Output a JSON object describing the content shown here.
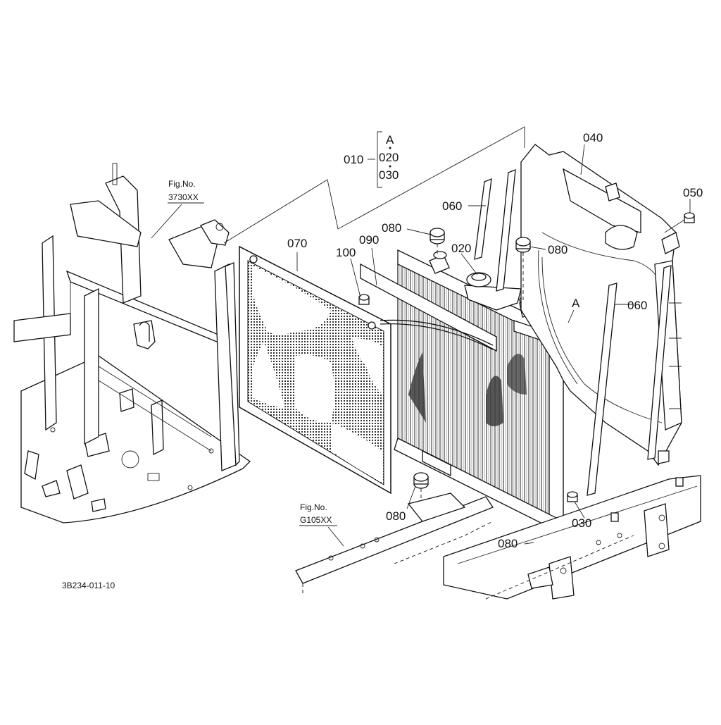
{
  "diagram": {
    "drawing_code": "3B234-011-10",
    "fig_refs": [
      {
        "prefix": "Fig.No.",
        "code": "3730XX"
      },
      {
        "prefix": "Fig.No.",
        "code": "G105XX"
      }
    ],
    "assembly": {
      "part": "010",
      "includes": [
        "A",
        "020",
        "030"
      ]
    },
    "callouts": {
      "p040": "040",
      "p050": "050",
      "p060a": "060",
      "p060b": "060",
      "p070": "070",
      "p080a": "080",
      "p080b": "080",
      "p080c": "080",
      "p080d": "080",
      "p090": "090",
      "p100": "100",
      "p020": "020",
      "p030": "030",
      "pA": "A"
    }
  }
}
